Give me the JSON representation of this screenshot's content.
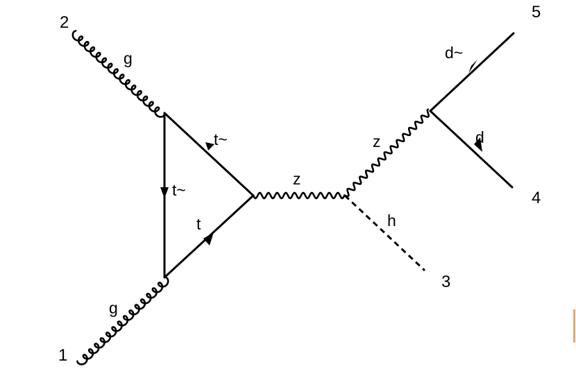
{
  "diagram": {
    "external": {
      "p1": "1",
      "p2": "2",
      "p3": "3",
      "p4": "4",
      "p5": "5"
    },
    "labels": {
      "gluon_top": "g",
      "gluon_bottom": "g",
      "top_diag": "t~",
      "vertical": "t~",
      "bottom_diag": "t",
      "z_horizontal": "z",
      "z_upper": "z",
      "higgs": "h",
      "dbar": "d~",
      "d": "d"
    }
  },
  "colors": {
    "edge_mark": "#f4a36a"
  }
}
